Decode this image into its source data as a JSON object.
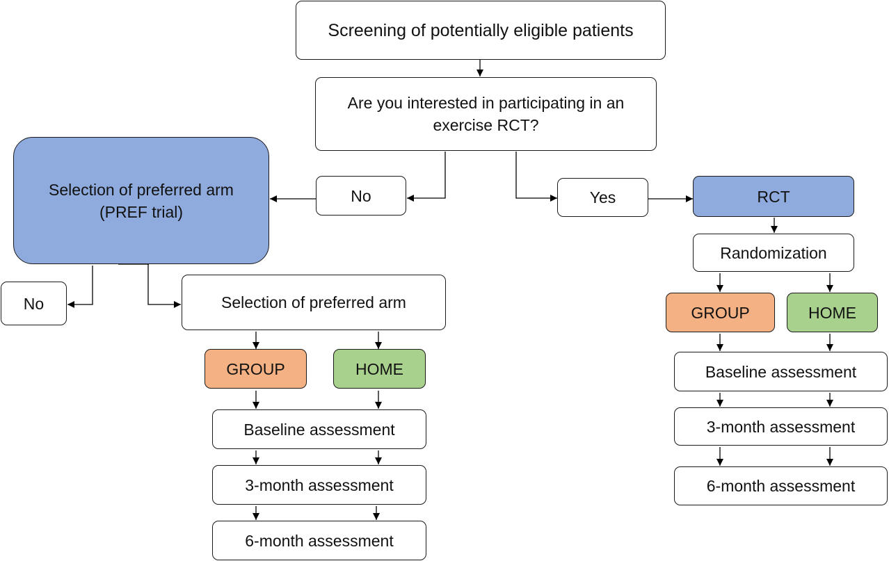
{
  "nodes": {
    "screening": "Screening of potentially eligible patients",
    "interested": "Are you interested in participating in an exercise RCT?",
    "no_main": "No",
    "yes_main": "Yes",
    "pref_trial": "Selection of preferred arm\n(PREF trial)",
    "rct": "RCT",
    "randomization": "Randomization",
    "no_pref": "No",
    "pref_selection": "Selection of preferred arm",
    "pref_group": "GROUP",
    "pref_home": "HOME",
    "pref_baseline": "Baseline assessment",
    "pref_3month": "3-month assessment",
    "pref_6month": "6-month assessment",
    "rct_group": "GROUP",
    "rct_home": "HOME",
    "rct_baseline": "Baseline assessment",
    "rct_3month": "3-month assessment",
    "rct_6month": "6-month assessment"
  },
  "colors": {
    "pref_trial_fill": "#8faadc",
    "rct_fill": "#8faadc",
    "group_fill": "#f4b183",
    "home_fill": "#a9d18e",
    "line": "#000000"
  }
}
